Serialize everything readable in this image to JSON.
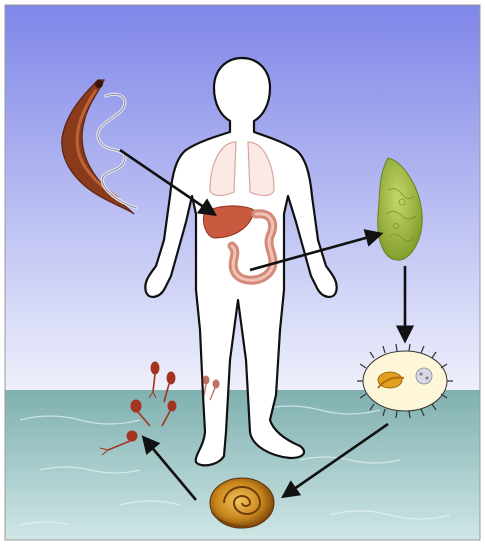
{
  "figure": {
    "subject": "life-cycle-diagram",
    "stages": [
      {
        "id": "adult-worm-pair",
        "icon": "worm-pair-icon"
      },
      {
        "id": "egg",
        "icon": "egg-icon"
      },
      {
        "id": "miracidium",
        "icon": "ciliated-larva-icon"
      },
      {
        "id": "snail-host",
        "icon": "snail-icon"
      },
      {
        "id": "cercariae",
        "icon": "forked-tail-larva-icon"
      }
    ],
    "hosts": [
      {
        "id": "human-host",
        "icon": "human-silhouette-icon"
      },
      {
        "id": "snail-host",
        "icon": "snail-icon"
      }
    ],
    "colors": {
      "sky_top": "#7f86e8",
      "sky_bottom": "#eef0fb",
      "water_top": "#7fb0b0",
      "water_bottom": "#cfe6e6",
      "worm": "#8a3b1c",
      "egg": "#9fb83a",
      "snail": "#c9861c",
      "organs": "#c96a54",
      "arrow": "#111111"
    }
  }
}
